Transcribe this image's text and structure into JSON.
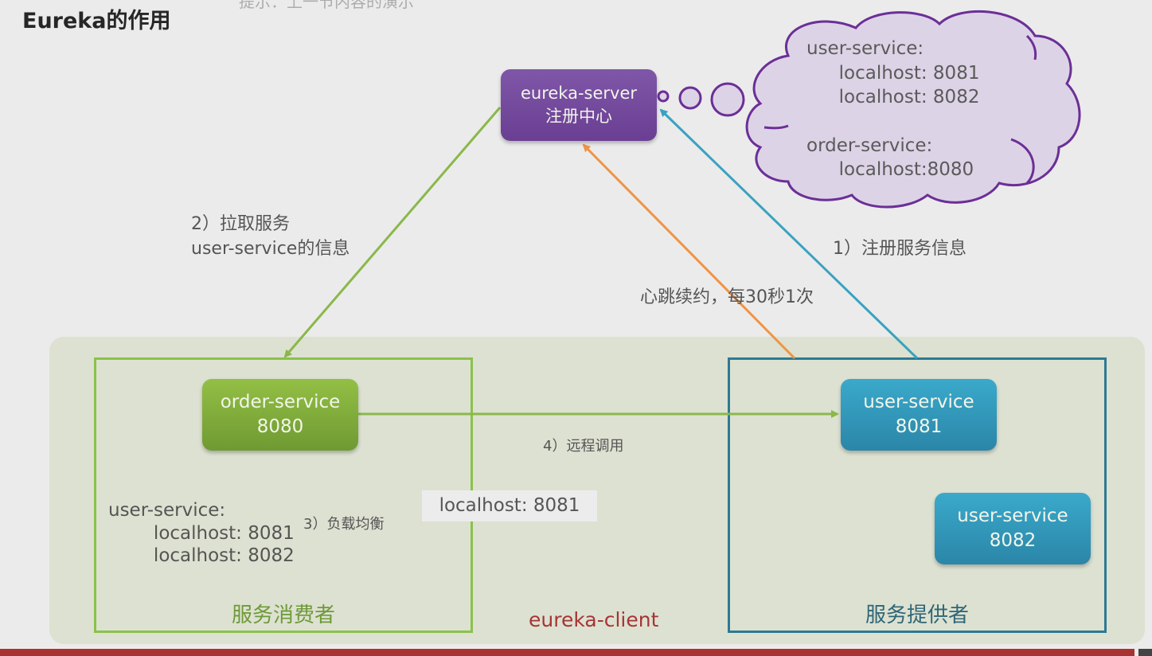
{
  "page": {
    "title": "Eureka的作用",
    "faded_header_text": "提示：上一节内容的演示"
  },
  "colors": {
    "server": "#7350a0",
    "consumer": "#8ac24a",
    "provider": "#2c7a93",
    "heartbeat": "#ef9445",
    "register": "#3aa2c0",
    "client_label": "#a53535",
    "cloud_fill": "#ddd3e6",
    "cloud_stroke": "#6b2f97"
  },
  "server": {
    "name": "eureka-server",
    "role": "注册中心"
  },
  "registry_cloud": {
    "lines": [
      "user-service:",
      "  localhost: 8081",
      "  localhost: 8082",
      "",
      "order-service:",
      "  localhost:8080"
    ]
  },
  "steps": {
    "register": "1）注册服务信息",
    "pull_line1": "2）拉取服务",
    "pull_line2": "user-service的信息",
    "heartbeat": "心跳续约，每30秒1次",
    "load_balance": "3）负载均衡",
    "remote_call": "4）远程调用"
  },
  "consumer": {
    "group_title": "服务消费者",
    "node_name": "order-service",
    "node_port": "8080",
    "cached_registry": [
      "user-service:",
      "   localhost: 8081",
      "   localhost: 8082"
    ],
    "selected_instance": "localhost: 8081"
  },
  "provider": {
    "group_title": "服务提供者",
    "instances": [
      {
        "name": "user-service",
        "port": "8081"
      },
      {
        "name": "user-service",
        "port": "8082"
      }
    ]
  },
  "client_group_title": "eureka-client"
}
